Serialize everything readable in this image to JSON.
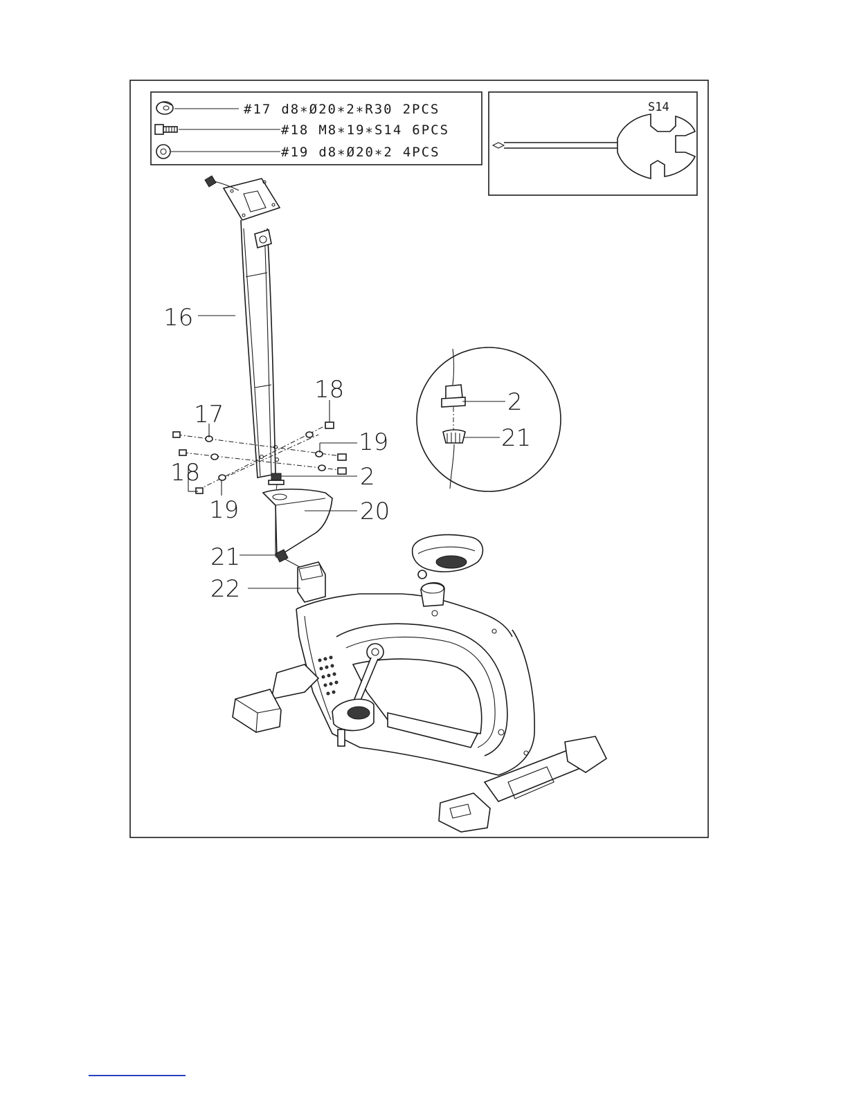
{
  "hardware": [
    {
      "id": "#17",
      "spec": "d8∗Ø20∗2∗R30",
      "qty": "2PCS"
    },
    {
      "id": "#18",
      "spec": "M8∗19∗S14",
      "qty": "6PCS"
    },
    {
      "id": "#19",
      "spec": "d8∗Ø20∗2",
      "qty": "4PCS"
    }
  ],
  "tool": {
    "label": "S14"
  },
  "callouts": {
    "c16": "16",
    "c18a": "18",
    "c17": "17",
    "c19a": "19",
    "c18b": "18",
    "c2a": "2",
    "c19b": "19",
    "c20": "20",
    "c21a": "21",
    "c22": "22",
    "c2b": "2",
    "c21b": "21"
  }
}
